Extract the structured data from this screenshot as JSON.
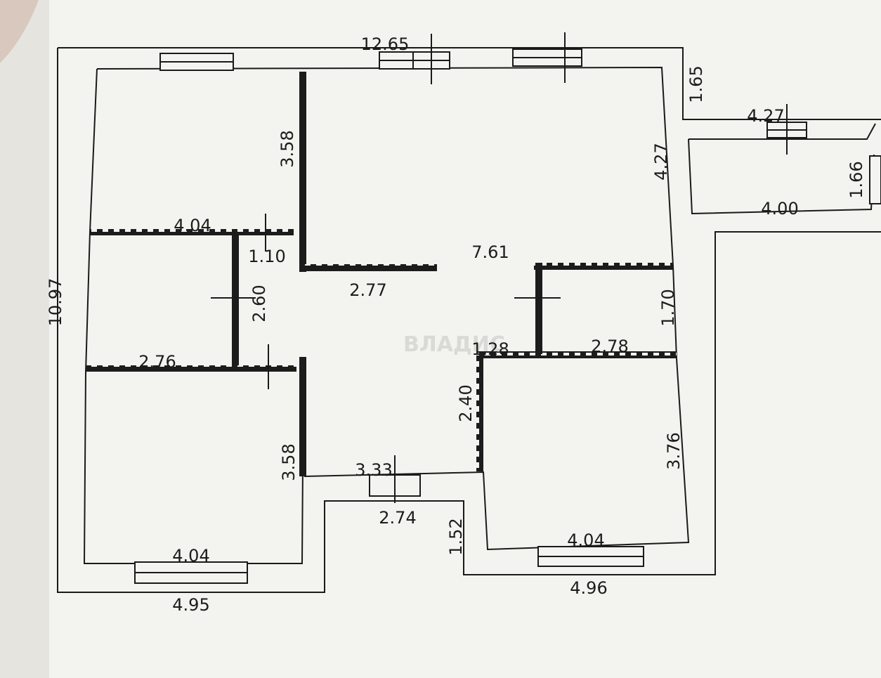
{
  "plan": {
    "dimensions": [
      {
        "id": "top-overall",
        "text": "12.65"
      },
      {
        "id": "left-overall",
        "text": "10.97"
      },
      {
        "id": "top-left-room-depth",
        "text": "3.58"
      },
      {
        "id": "top-left-room-width",
        "text": "4.04"
      },
      {
        "id": "hall-door-width",
        "text": "1.10"
      },
      {
        "id": "hall-width",
        "text": "7.61"
      },
      {
        "id": "hall-partition-length",
        "text": "2.77"
      },
      {
        "id": "small-room-depth",
        "text": "2.60"
      },
      {
        "id": "small-room-width",
        "text": "2.76"
      },
      {
        "id": "bottom-left-room-depth",
        "text": "3.58"
      },
      {
        "id": "bottom-left-room-width",
        "text": "4.04"
      },
      {
        "id": "bottom-left-outer-width",
        "text": "4.95"
      },
      {
        "id": "corridor-width",
        "text": "3.33"
      },
      {
        "id": "porch-width",
        "text": "2.74"
      },
      {
        "id": "porch-depth",
        "text": "1.52"
      },
      {
        "id": "right-partition-depth",
        "text": "2.40"
      },
      {
        "id": "right-door-width",
        "text": "1.28"
      },
      {
        "id": "right-small-room-width",
        "text": "2.78"
      },
      {
        "id": "right-small-room-depth",
        "text": "1.70"
      },
      {
        "id": "bottom-right-room-depth",
        "text": "3.76"
      },
      {
        "id": "bottom-right-room-width",
        "text": "4.04"
      },
      {
        "id": "bottom-right-outer-width",
        "text": "4.96"
      },
      {
        "id": "top-right-room-depth",
        "text": "4.27"
      },
      {
        "id": "offset-depth",
        "text": "1.65"
      },
      {
        "id": "annex-width-top",
        "text": "4.27"
      },
      {
        "id": "annex-width-bottom",
        "text": "4.00"
      },
      {
        "id": "annex-depth",
        "text": "1.66"
      }
    ],
    "watermark": "ВЛАДИС",
    "colors": {
      "background": "#f3f3ef",
      "wall_line": "#1a1a1a",
      "partition": "#1c1c1c",
      "watermark": "#d9d9d6"
    }
  }
}
